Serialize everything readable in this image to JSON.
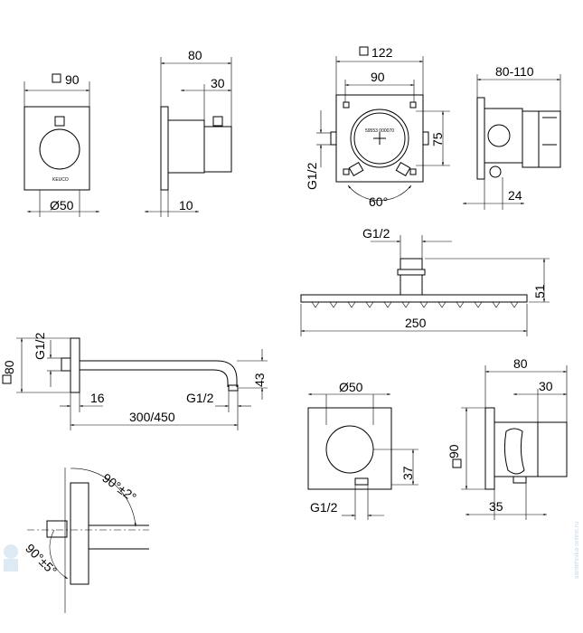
{
  "views": {
    "trim_front": {
      "width": "90",
      "diameter": "Ø50",
      "logo": "KEUCO"
    },
    "trim_side": {
      "depth": "80",
      "knob_depth": "30",
      "plate": "10"
    },
    "box_front": {
      "outer": "122",
      "inner": "90",
      "height": "75",
      "thread": "G1/2",
      "angle": "60°",
      "label": "59553 000070"
    },
    "box_side": {
      "depth_range": "80-110",
      "offset": "24"
    },
    "shower_head": {
      "thread": "G1/2",
      "height": "51",
      "width": "250"
    },
    "shower_arm": {
      "plate": "80",
      "thread_top": "G1/2",
      "offset": "16",
      "thread_bottom": "G1/2",
      "length": "300/450",
      "drop": "43"
    },
    "rotation_view": {
      "upper": "90°±2°",
      "lower": "90°±5°"
    },
    "outlet_front": {
      "diameter": "Ø50",
      "height": "37",
      "thread": "G1/2"
    },
    "outlet_side": {
      "depth": "80",
      "knob": "30",
      "plate": "90",
      "offset": "35"
    }
  },
  "watermark": "santehnika-online.ru"
}
